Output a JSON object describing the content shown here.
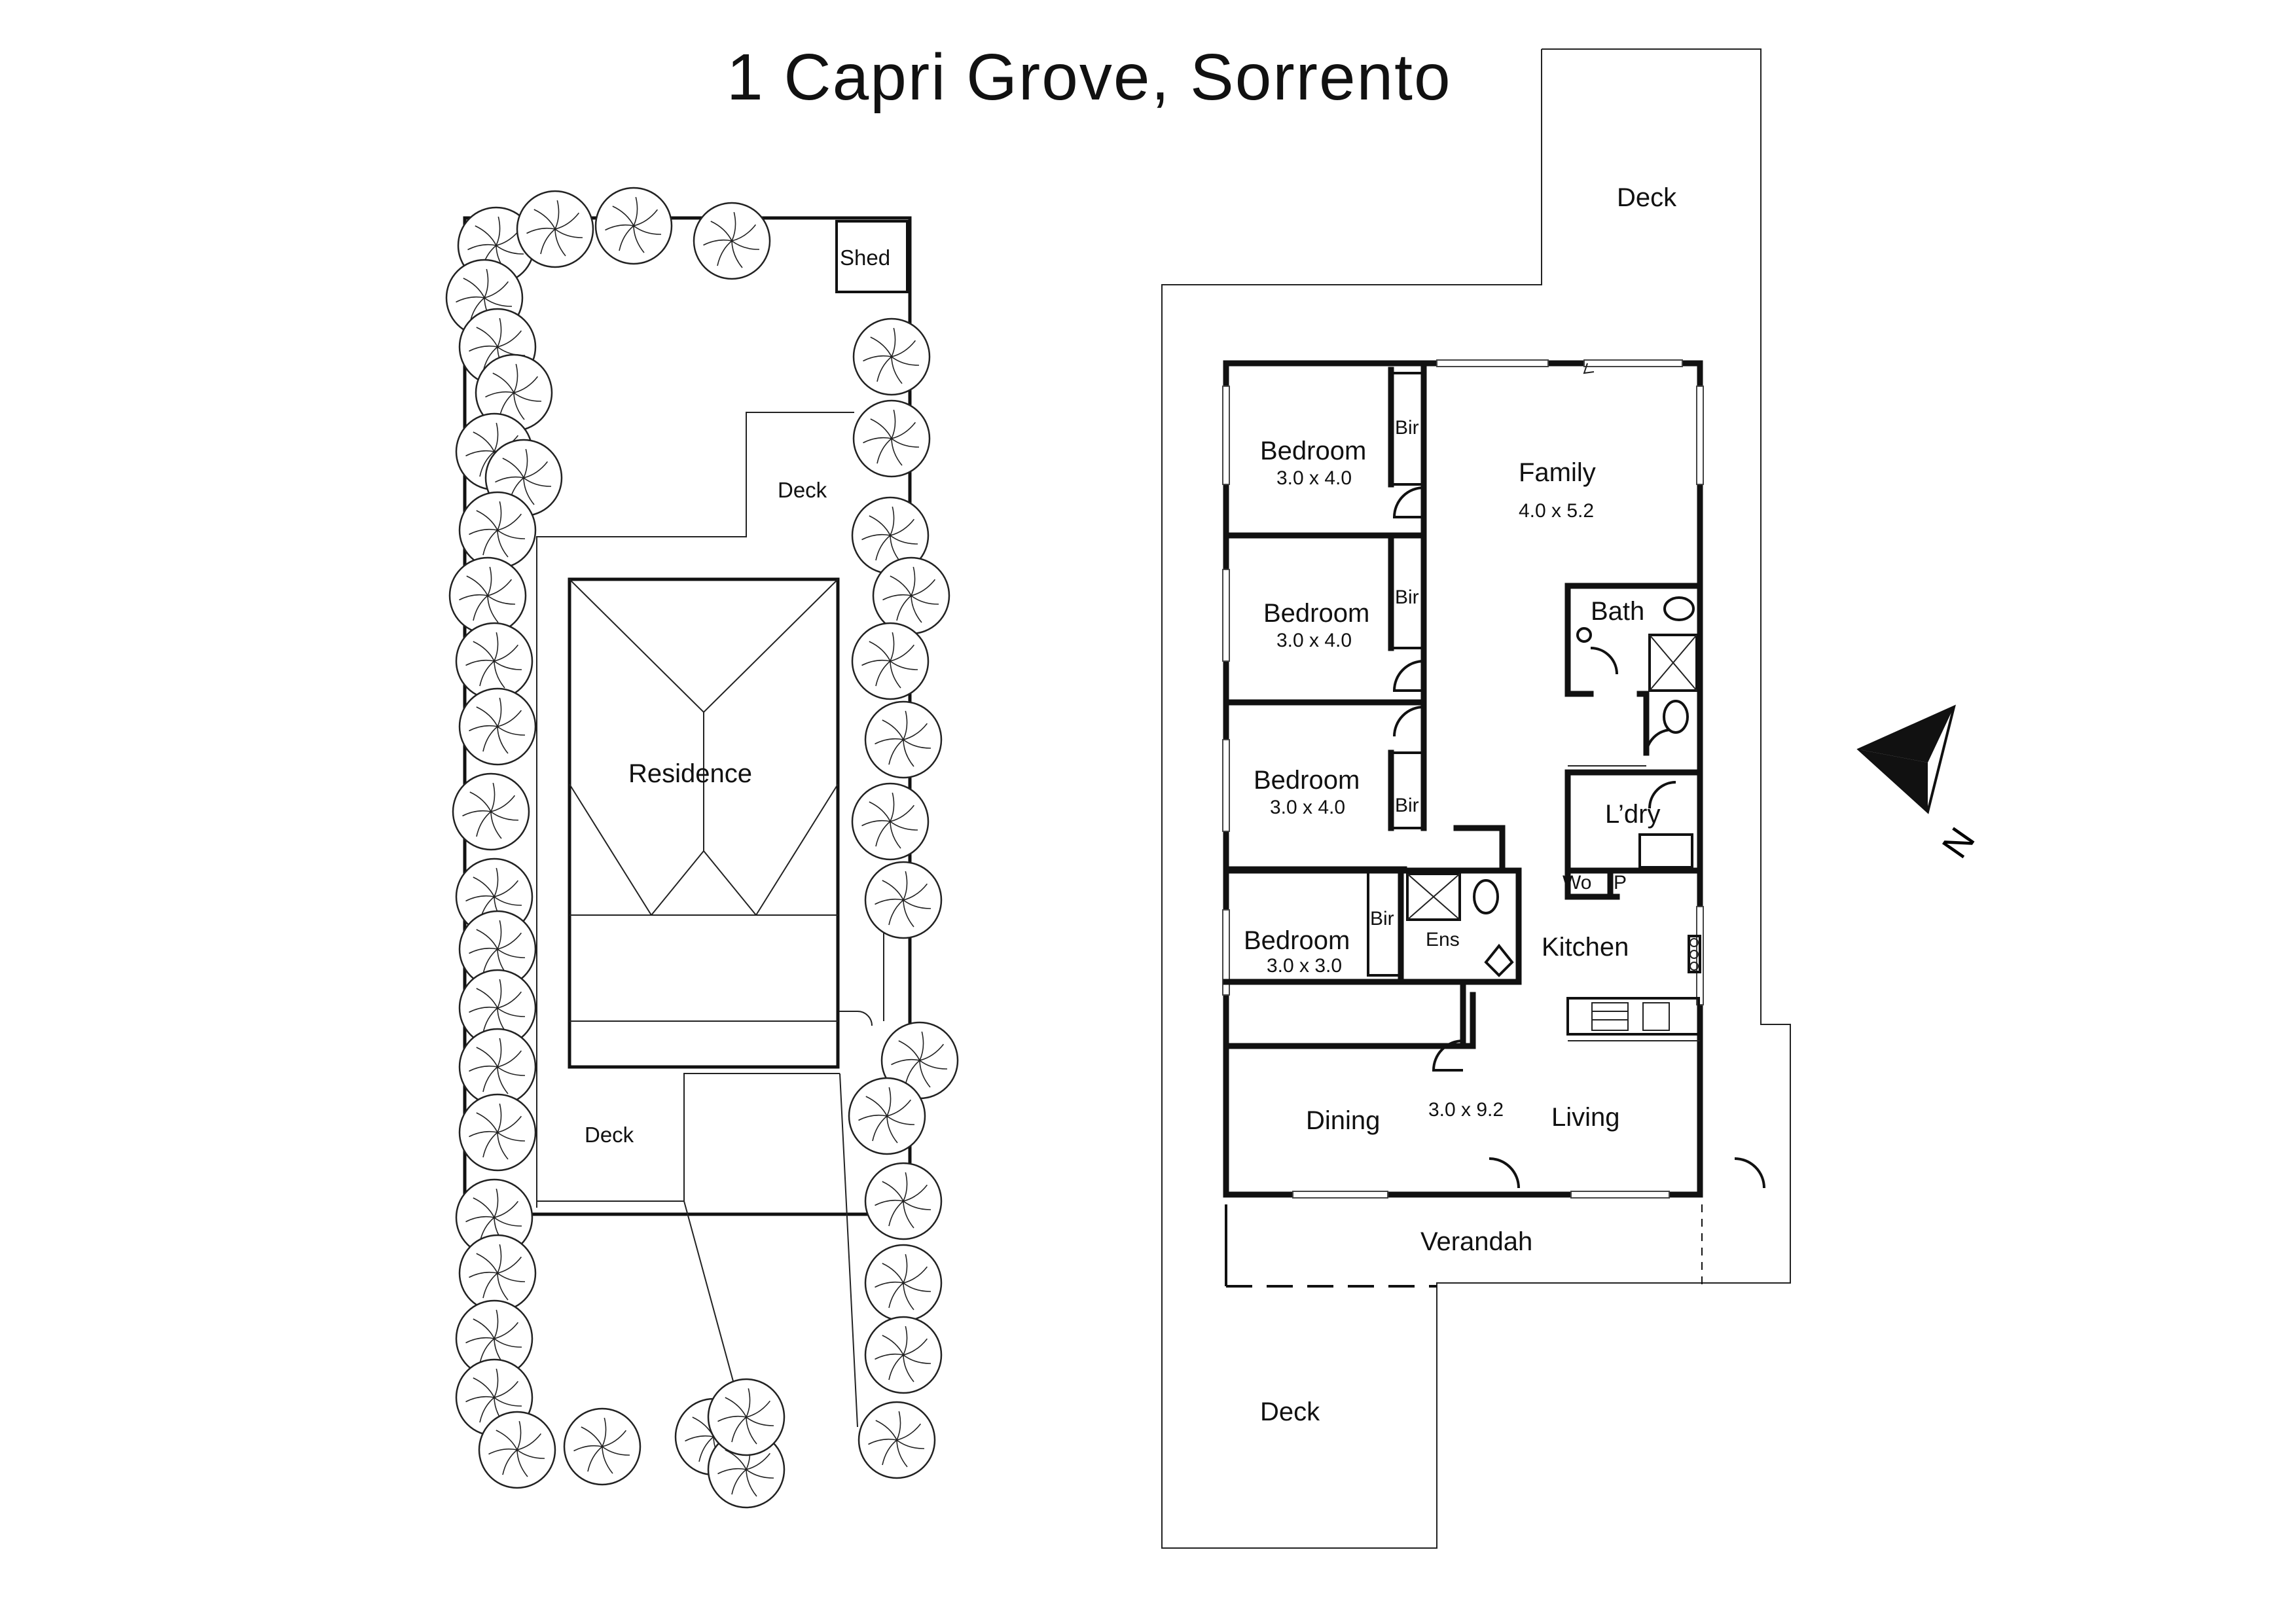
{
  "title": "1 Capri Grove, Sorrento",
  "site_plan": {
    "residence": "Residence",
    "shed": "Shed",
    "deck_upper": "Deck",
    "deck_lower": "Deck"
  },
  "floor_plan": {
    "rooms": {
      "bedroom1": {
        "name": "Bedroom",
        "dims": "3.0 x 4.0"
      },
      "bedroom2": {
        "name": "Bedroom",
        "dims": "3.0 x 4.0"
      },
      "bedroom3": {
        "name": "Bedroom",
        "dims": "3.0 x 4.0"
      },
      "bedroom4": {
        "name": "Bedroom",
        "dims": "3.0 x 3.0"
      },
      "family": {
        "name": "Family",
        "dims": "4.0 x 5.2"
      },
      "bath": "Bath",
      "laundry": "L’dry",
      "wo": "Wo",
      "pantry": "P",
      "kitchen": "Kitchen",
      "ensuite": "Ens",
      "dining": "Dining",
      "living": "Living",
      "living_dims": "3.0 x 9.2",
      "verandah": "Verandah",
      "deck_north": "Deck",
      "deck_south": "Deck",
      "bir": "Bir"
    }
  },
  "north_arrow": {
    "label": "N"
  }
}
